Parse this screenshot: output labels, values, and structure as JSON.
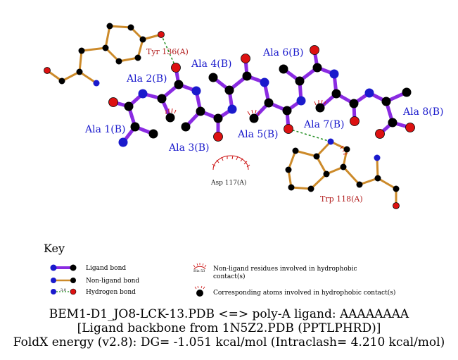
{
  "colors": {
    "ligand_bond": "#8a2be2",
    "nonligand_bond": "#cc8a2a",
    "hbond": "#1a8a1a",
    "carbon": "#000000",
    "nitrogen": "#1a1acc",
    "oxygen": "#dd1111",
    "ligand_label": "#1a1acc",
    "nonligand_label": "#b01818"
  },
  "ligand_residues": [
    "Ala 1(B)",
    "Ala 2(B)",
    "Ala 3(B)",
    "Ala 4(B)",
    "Ala 5(B)",
    "Ala 6(B)",
    "Ala 7(B)",
    "Ala 8(B)"
  ],
  "nonligand_residues": [
    "Tyr 136(A)",
    "Trp 118(A)"
  ],
  "hydrophobic_residue": "Asp 117(A)",
  "key": {
    "title": "Key",
    "ligand_bond": "Ligand bond",
    "nonligand_bond": "Non-ligand bond",
    "hydrogen_bond": "Hydrogen bond",
    "hbond_length_sample": "3.0",
    "hydrophobic_residues_line1": "Non-ligand residues involved in hydrophobic",
    "hydrophobic_residues_line2": "contact(s)",
    "hydrophobic_sample_label": "His 53",
    "hydrophobic_atoms": "Corresponding atoms involved in hydrophobic contact(s)"
  },
  "caption": {
    "line1": "BEM1-D1_JO8-LCK-13.PDB <=> poly-A ligand: AAAAAAAA",
    "line2": "[Ligand backbone from 1N5Z2.PDB (PPTLPHRD)]",
    "line3": "FoldX energy (v2.8): DG= -1.051 kcal/mol (Intraclash= 4.210 kcal/mol)"
  }
}
